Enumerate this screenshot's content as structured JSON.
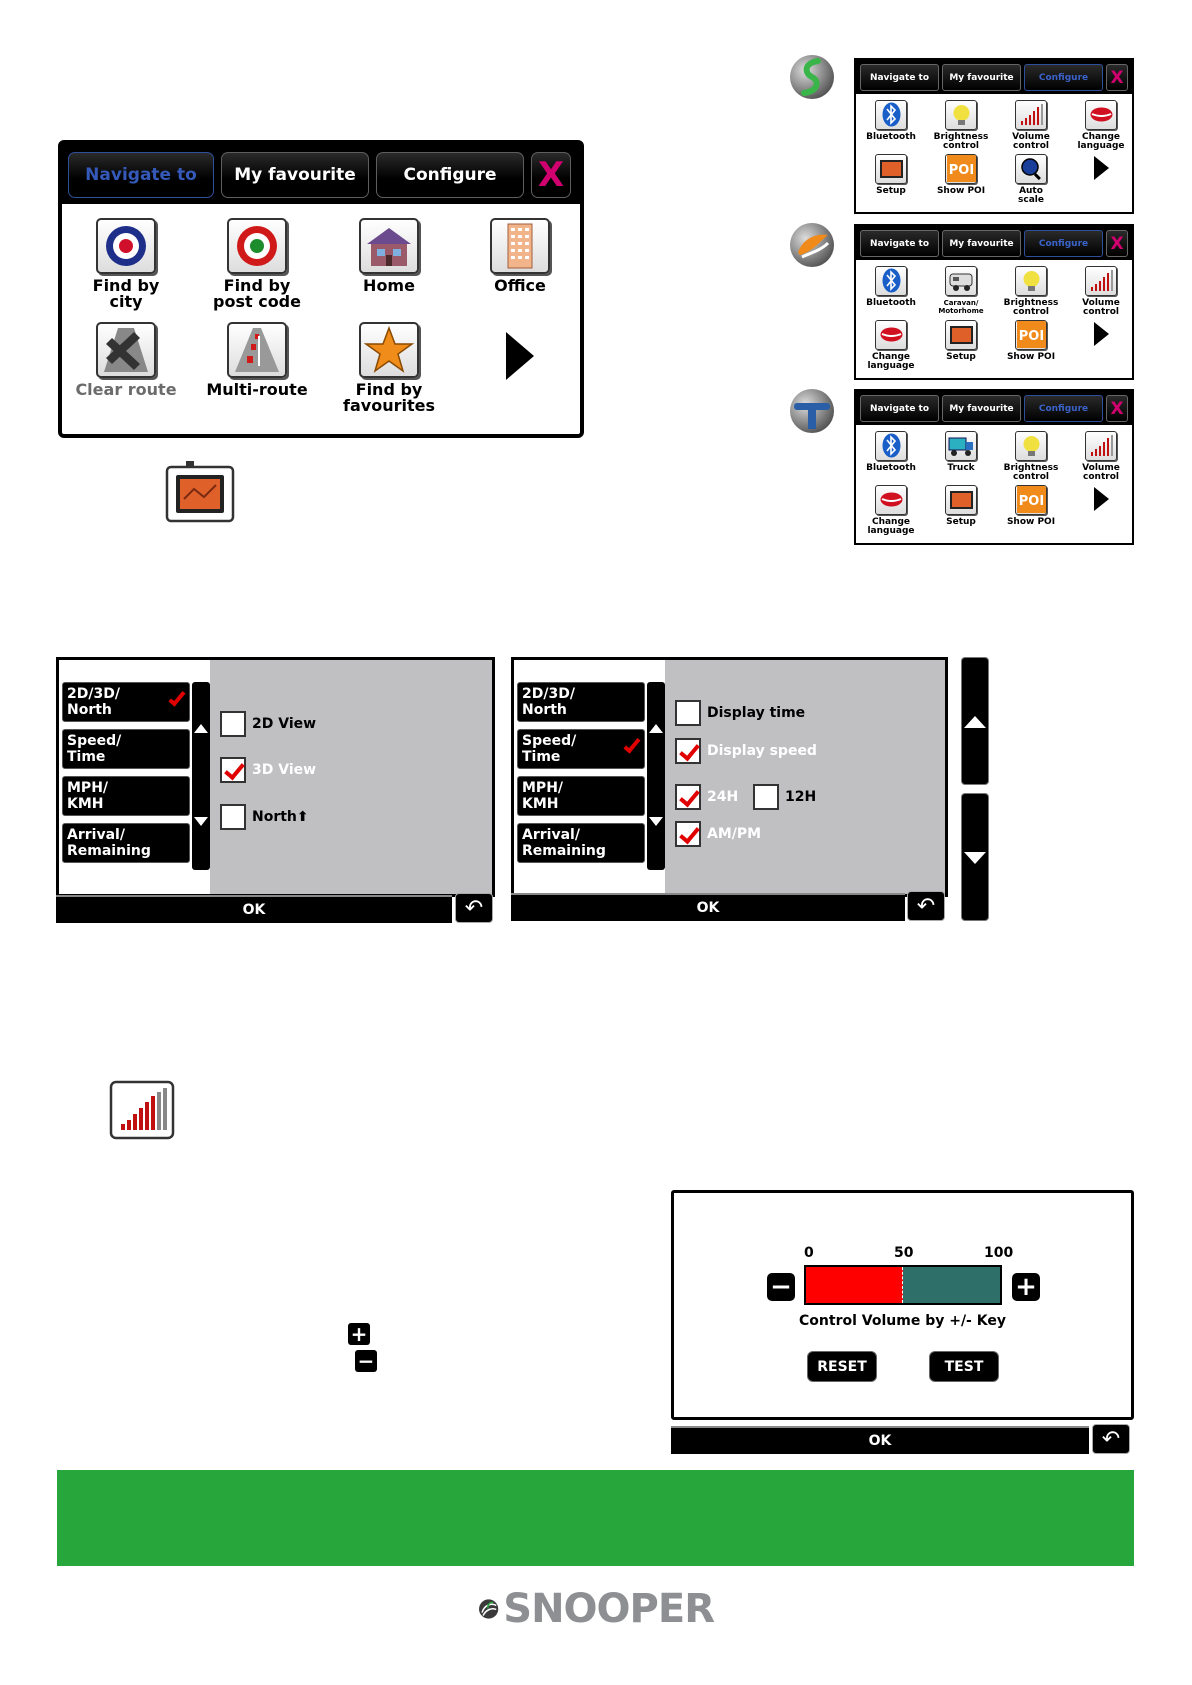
{
  "main_menu": {
    "tabs": [
      {
        "label": "Navigate to",
        "active": true
      },
      {
        "label": "My favourite",
        "active": false
      },
      {
        "label": "Configure",
        "active": false
      }
    ],
    "close": "X",
    "items": [
      {
        "label": "Find by\ncity",
        "icon": "target-blue-icon"
      },
      {
        "label": "Find by\npost code",
        "icon": "target-green-icon"
      },
      {
        "label": "Home",
        "icon": "house-icon"
      },
      {
        "label": "Office",
        "icon": "office-building-icon"
      },
      {
        "label": "Clear route",
        "icon": "clear-route-icon",
        "disabled": true
      },
      {
        "label": "Multi-route",
        "icon": "multi-route-icon"
      },
      {
        "label": "Find by\nfavourites",
        "icon": "star-icon"
      }
    ]
  },
  "mini_screens": [
    {
      "tabs": [
        "Navigate to",
        "My favourite",
        "Configure"
      ],
      "items": [
        "Bluetooth",
        "Brightness\ncontrol",
        "Volume\ncontrol",
        "Change\nlanguage",
        "Setup",
        "Show POI",
        "Auto\nscale"
      ]
    },
    {
      "tabs": [
        "Navigate to",
        "My favourite",
        "Configure"
      ],
      "items": [
        "Bluetooth",
        "Caravan/\nMotorhome",
        "Brightness\ncontrol",
        "Volume\ncontrol",
        "Change\nlanguage",
        "Setup",
        "Show POI"
      ]
    },
    {
      "tabs": [
        "Navigate to",
        "My favourite",
        "Configure"
      ],
      "items": [
        "Bluetooth",
        "Truck",
        "Brightness\ncontrol",
        "Volume\ncontrol",
        "Change\nlanguage",
        "Setup",
        "Show POI"
      ]
    }
  ],
  "settings_left_items": [
    "2D/3D/\nNorth",
    "Speed/\nTime",
    "MPH/\nKMH",
    "Arrival/\nRemaining"
  ],
  "settings_view": {
    "options": [
      {
        "label": "2D View",
        "checked": false
      },
      {
        "label": "3D View",
        "checked": true
      },
      {
        "label": "North",
        "checked": false
      }
    ],
    "ok": "OK"
  },
  "settings_speed": {
    "options": [
      {
        "label": "Display time",
        "checked": false
      },
      {
        "label": "Display speed",
        "checked": true
      },
      {
        "label": "24H",
        "checked": true
      },
      {
        "label": "12H",
        "checked": false
      },
      {
        "label": "AM/PM",
        "checked": true
      }
    ],
    "ok": "OK"
  },
  "volume": {
    "ticks": [
      "0",
      "50",
      "100"
    ],
    "level": 0.5,
    "caption": "Control Volume by +/- Key",
    "reset": "RESET",
    "test": "TEST",
    "ok": "OK",
    "colors": {
      "filled": "#ff0000",
      "empty": "#2f6f6a"
    }
  },
  "logo": {
    "text": "SNOOPER"
  }
}
